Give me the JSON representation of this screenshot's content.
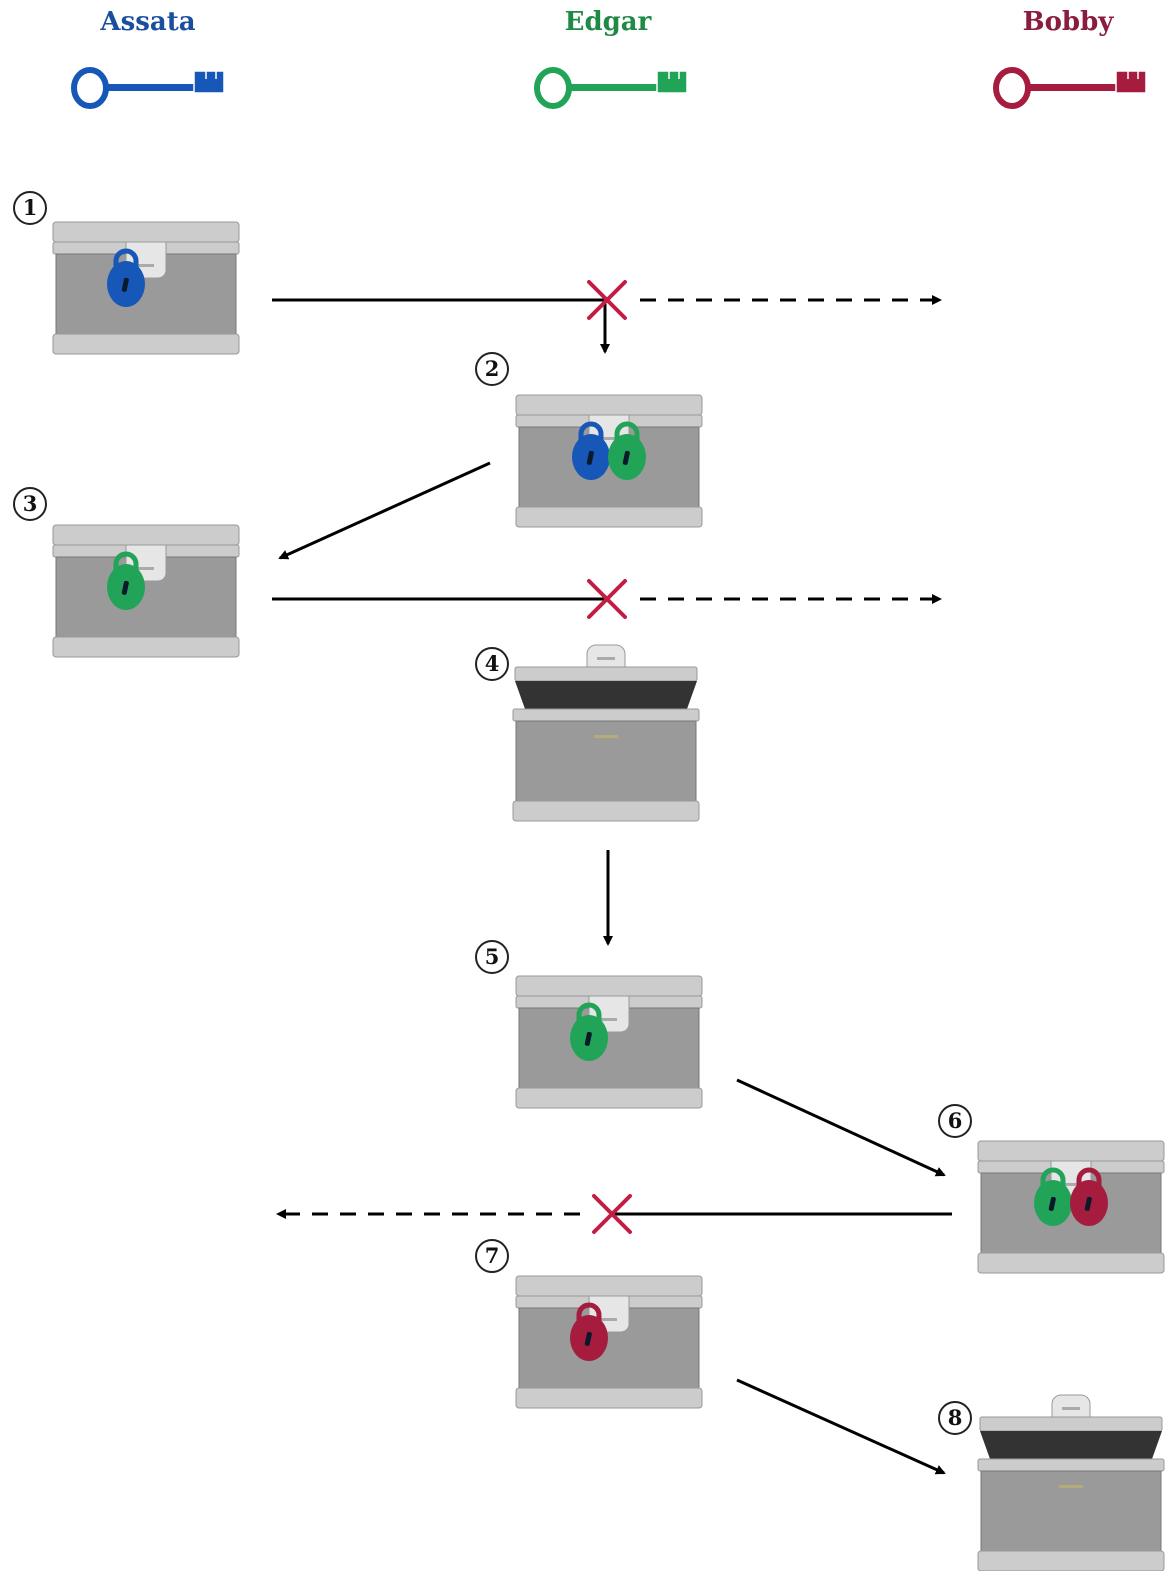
{
  "participants": [
    {
      "id": "assata",
      "name": "Assata",
      "color": "#1a4e9e",
      "key_color": "#1757b8"
    },
    {
      "id": "edgar",
      "name": "Edgar",
      "color": "#1f8a45",
      "key_color": "#21a458"
    },
    {
      "id": "bobby",
      "name": "Bobby",
      "color": "#8a1c3e",
      "key_color": "#a51c3f"
    }
  ],
  "steps": [
    {
      "label": "1",
      "locks": [
        "blue"
      ],
      "state": "closed"
    },
    {
      "label": "2",
      "locks": [
        "blue",
        "green"
      ],
      "state": "closed"
    },
    {
      "label": "3",
      "locks": [
        "green"
      ],
      "state": "closed"
    },
    {
      "label": "4",
      "locks": [],
      "state": "open"
    },
    {
      "label": "5",
      "locks": [
        "green"
      ],
      "state": "closed"
    },
    {
      "label": "6",
      "locks": [
        "green",
        "red"
      ],
      "state": "closed"
    },
    {
      "label": "7",
      "locks": [
        "red"
      ],
      "state": "closed"
    },
    {
      "label": "8",
      "locks": [],
      "state": "open"
    }
  ],
  "colors": {
    "blue_lock": "#1757b8",
    "green_lock": "#21a458",
    "red_lock": "#a51c3f",
    "intercept_mark": "#c21e45",
    "box_body": "#9a9a9a",
    "box_trim": "#cccccc",
    "box_open_interior": "#333333"
  },
  "icons": [
    "key-icon",
    "chest-icon",
    "padlock-icon",
    "cross-icon",
    "arrow-icon"
  ]
}
